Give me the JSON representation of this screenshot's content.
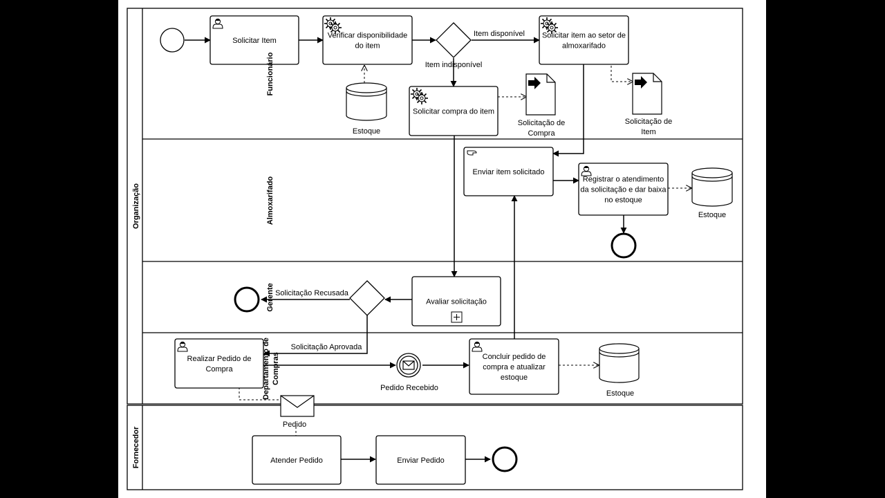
{
  "pools": {
    "organization": "Organização",
    "supplier": "Fornecedor"
  },
  "lanes": {
    "employee": "Funcionário",
    "warehouse": "Almoxarifado",
    "manager": "Gerente",
    "purchasing_line1": "Departamento de",
    "purchasing_line2": "Compras"
  },
  "tasks": {
    "request_item": [
      "Solicitar Item"
    ],
    "check_availability": [
      "Verificar disponibilidade",
      "do item"
    ],
    "request_from_warehouse": [
      "Solicitar item ao setor de",
      "almoxarifado"
    ],
    "request_purchase": [
      "Solicitar compra do item"
    ],
    "send_item": [
      "Enviar item solicitado"
    ],
    "register_service": [
      "Registrar o atendimento",
      "da solicitação e dar baixa",
      "no estoque"
    ],
    "evaluate_request": [
      "Avaliar solicitação"
    ],
    "place_order": [
      "Realizar Pedido de",
      "Compra"
    ],
    "complete_order": [
      "Concluir pedido de",
      "compra e atualizar",
      "estoque"
    ],
    "fulfill_order": [
      "Atender Pedido"
    ],
    "ship_order": [
      "Enviar Pedido"
    ]
  },
  "data_objects": {
    "stock_1": [
      "Estoque"
    ],
    "stock_2": [
      "Estoque"
    ],
    "stock_3": [
      "Estoque"
    ],
    "purchase_request_doc": [
      "Solicitação de",
      "Compra"
    ],
    "item_request_doc": [
      "Solicitação de",
      "Item"
    ]
  },
  "flow_labels": {
    "item_available": "Item disponível",
    "item_unavailable": "Item indisponível",
    "request_refused": "Solicitação Recusada",
    "request_approved": "Solicitação Aprovada",
    "order_received": "Pedido Recebido",
    "order_message": "Pedido"
  },
  "icons": {
    "user_task": "user-icon",
    "service_task": "gear-icon",
    "manual_task": "hand-icon",
    "subprocess": "plus-marker-icon",
    "message": "envelope-icon",
    "data_output": "arrow-document-icon",
    "datastore": "database-icon"
  }
}
